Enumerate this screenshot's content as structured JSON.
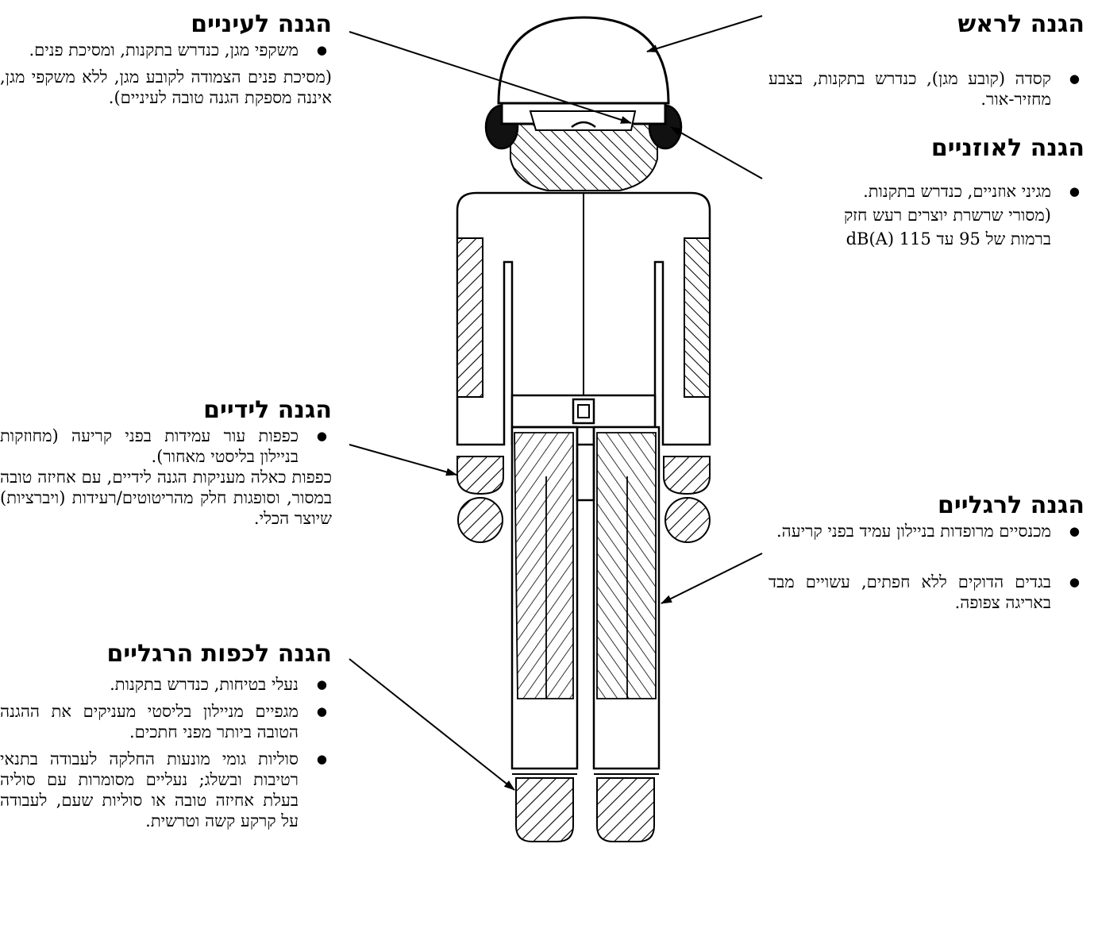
{
  "eyes": {
    "title": "הגנה לעיניים",
    "item": "משקפי מגן, כנדרש בתקנות, ומסיכת פנים.",
    "note": "(מסיכת פנים הצמודה לקובע מגן, ללא משקפי מגן, איננה מספקת הגנה טובה לעיניים)."
  },
  "head": {
    "title": "הגנה לראש",
    "item": "קסדה (קובע מגן), כנדרש בתקנות, בצבע מחזיר-אור."
  },
  "ears": {
    "title": "הגנה לאוזניים",
    "item_line1": "מגיני אוזניים, כנדרש בתקנות.",
    "item_line2": "(מסורי שרשרת יוצרים רעש חזק",
    "item_line3": "ברמות של 95 עד 115 (dB(A"
  },
  "hands": {
    "title": "הגנה לידיים",
    "item": "כפפות עור עמידות בפני קריעה (מחוזקות בניילון בליסטי מאחור).",
    "note": "כפפות כאלה מעניקות הגנה לידיים, עם אחיזה טובה במסור, וסופגות חלק מהריטוטים/רעידות (ויברציות) שיוצר הכלי."
  },
  "legs": {
    "title": "הגנה לרגליים",
    "items": [
      "מכנסיים מרופדות בניילון עמיד בפני קריעה.",
      "בגדים הדוקים ללא חפתים, עשויים מבד באריגה צפופה."
    ]
  },
  "feet": {
    "title": "הגנה לכפות הרגליים",
    "items": [
      "נעלי בטיחות, כנדרש בתקנות.",
      "מגפיים מניילון בליסטי מעניקים את ההגנה הטובה ביותר מפני חתכים.",
      "סוליות גומי מונעות החלקה לעבודה בתנאי רטיבות ובשלג; נעליים מסומרות עם סוליה בעלת אחיזה טובה או סוליות שעם, לעבודה על קרקע קשה וטרשית."
    ]
  }
}
